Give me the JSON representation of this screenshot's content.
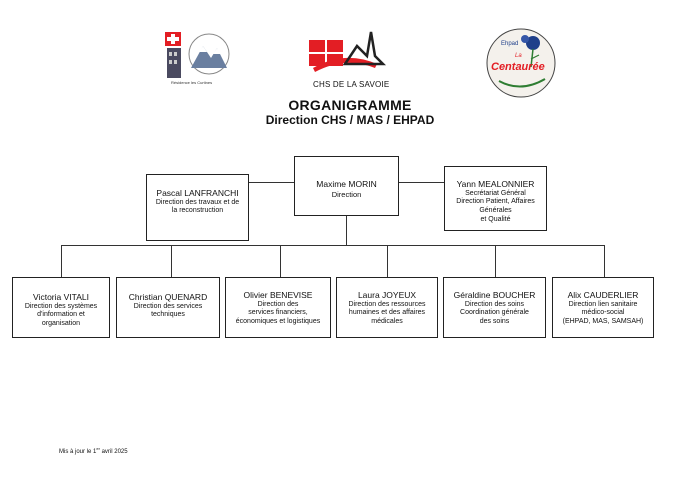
{
  "header": {
    "left_logo_caption": "Résidence les Curtines",
    "center_logo_text": "CHS DE LA SAVOIE",
    "right_logo_top": "Ehpad",
    "right_logo_mid": "La",
    "right_logo_main": "Centaurée",
    "title": "ORGANIGRAMME",
    "subtitle": "Direction CHS / MAS / EHPAD"
  },
  "top": {
    "center": {
      "name": "Maxime MORIN",
      "role": "Direction"
    },
    "left": {
      "name": "Pascal LANFRANCHI",
      "role": "Direction des travaux et de\nla reconstruction"
    },
    "right": {
      "name": "Yann MEALONNIER",
      "role": "Secrétariat Général\nDirection Patient, Affaires\nGénérales\net Qualité"
    }
  },
  "directors": [
    {
      "name": "Victoria VITALI",
      "role": "Direction des systèmes\nd'information et\norganisation"
    },
    {
      "name": "Christian QUENARD",
      "role": "Direction des services\ntechniques"
    },
    {
      "name": "Olivier BENEVISE",
      "role": "Direction des\nservices financiers,\néconomiques et logistiques"
    },
    {
      "name": "Laura JOYEUX",
      "role": "Direction des ressources\nhumaines et des affaires\nmédicales"
    },
    {
      "name": "Géraldine BOUCHER",
      "role": "Direction des soins\nCoordination générale\ndes soins"
    },
    {
      "name": "Alix CAUDERLIER",
      "role": "Direction lien sanitaire\nmédico-social\n(EHPAD, MAS, SAMSAH)"
    }
  ],
  "footer": {
    "prefix": "Mis à jour le 1",
    "sup": "er",
    "suffix": " avril 2025"
  },
  "colors": {
    "accent_red": "#e31e24",
    "logo_blue": "#1f3f8a",
    "logo_green": "#2e7d32",
    "line": "#333333"
  }
}
